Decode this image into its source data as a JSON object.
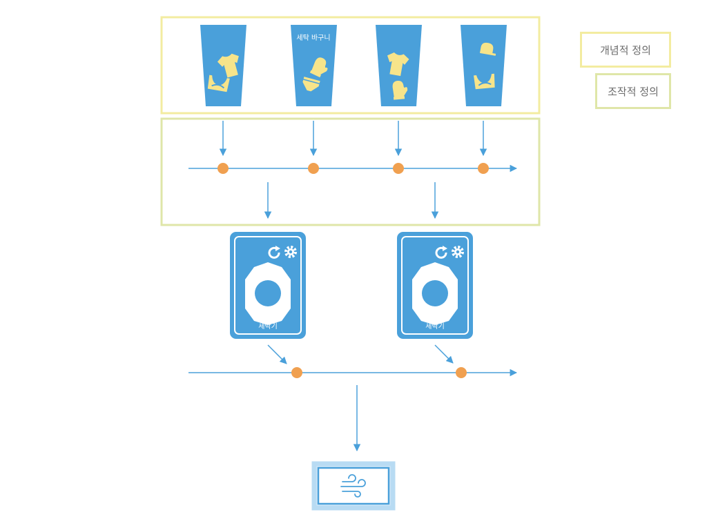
{
  "basket": {
    "label": "세탁 바구니"
  },
  "washer": {
    "label": "세탁기"
  },
  "legend": {
    "conceptual": "개념적 정의",
    "operational": "조작적 정의"
  },
  "colors": {
    "blue": "#4aa0da",
    "orange": "#f0a050",
    "clothes": "#f7e48a",
    "conceptual_frame": "#f3eca0",
    "operational_frame": "#dfe6a8"
  },
  "icons": {
    "basket_items": [
      "shirt-icon",
      "bra-icon",
      "mitten-icon",
      "underwear-icon",
      "cap-icon"
    ],
    "washer": [
      "refresh-icon",
      "gear-icon",
      "drum-icon"
    ],
    "dryer": "wind-icon"
  }
}
